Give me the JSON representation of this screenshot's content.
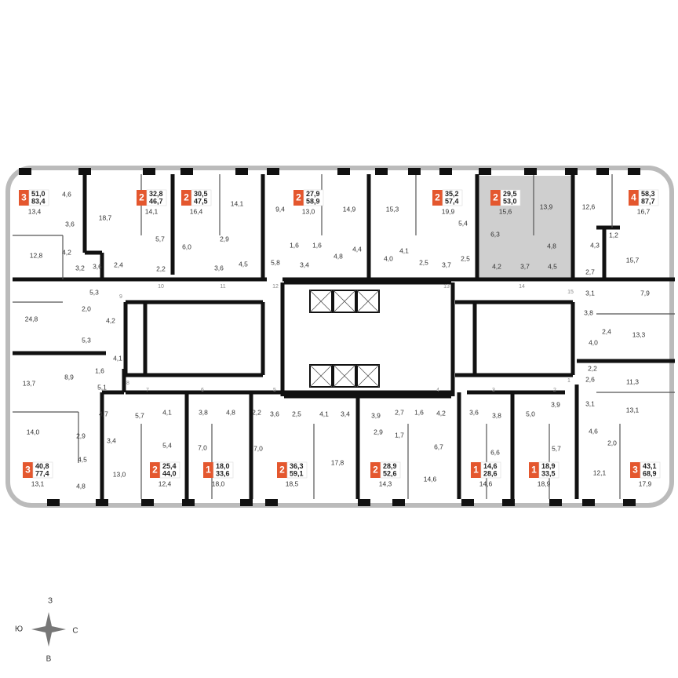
{
  "colors": {
    "badge": "#e4572e",
    "highlight": "#cfcfcf",
    "wall": "#111111",
    "outline": "#bbbbbb"
  },
  "apartments": [
    {
      "rooms": "3",
      "living": "51,0",
      "total": "83,4"
    },
    {
      "rooms": "2",
      "living": "32,8",
      "total": "46,7"
    },
    {
      "rooms": "2",
      "living": "30,5",
      "total": "47,5"
    },
    {
      "rooms": "2",
      "living": "27,9",
      "total": "58,9"
    },
    {
      "rooms": "2",
      "living": "35,2",
      "total": "57,4"
    },
    {
      "rooms": "2",
      "living": "29,5",
      "total": "53,0",
      "highlighted": true
    },
    {
      "rooms": "4",
      "living": "58,3",
      "total": "87,7"
    },
    {
      "rooms": "3",
      "living": "40,8",
      "total": "77,4"
    },
    {
      "rooms": "2",
      "living": "25,4",
      "total": "44,0"
    },
    {
      "rooms": "1",
      "living": "18,0",
      "total": "33,6"
    },
    {
      "rooms": "2",
      "living": "36,3",
      "total": "59,1"
    },
    {
      "rooms": "2",
      "living": "28,9",
      "total": "52,6"
    },
    {
      "rooms": "1",
      "living": "14,6",
      "total": "28,6"
    },
    {
      "rooms": "1",
      "living": "18,9",
      "total": "33,5"
    },
    {
      "rooms": "3",
      "living": "43,1",
      "total": "68,9"
    }
  ],
  "room_areas": [
    "13,4",
    "4,6",
    "3,6",
    "18,7",
    "12,8",
    "4,2",
    "3,2",
    "3,6",
    "2,4",
    "14,1",
    "5,7",
    "2,2",
    "16,4",
    "6,0",
    "14,1",
    "2,9",
    "3,6",
    "4,5",
    "9,4",
    "13,0",
    "5,8",
    "1,6",
    "1,6",
    "3,4",
    "4,8",
    "4,4",
    "14,9",
    "15,3",
    "4,0",
    "4,1",
    "2,5",
    "3,7",
    "19,9",
    "5,4",
    "6,3",
    "2,5",
    "15,6",
    "4,2",
    "3,7",
    "13,9",
    "4,8",
    "4,5",
    "12,6",
    "16,7",
    "1,2",
    "4,3",
    "15,7",
    "2,7",
    "3,1",
    "7,9",
    "5,3",
    "2,0",
    "4,2",
    "24,8",
    "5,3",
    "4,1",
    "1,6",
    "5,1",
    "8,9",
    "13,7",
    "3,8",
    "2,4",
    "4,0",
    "13,3",
    "2,2",
    "2,6",
    "11,3",
    "13,1",
    "3,1",
    "4,6",
    "2,0",
    "12,1",
    "17,9",
    "4,7",
    "14,0",
    "2,9",
    "3,4",
    "4,5",
    "4,8",
    "13,0",
    "13,1",
    "5,7",
    "4,1",
    "5,4",
    "12,4",
    "3,8",
    "4,8",
    "7,0",
    "18,0",
    "2,2",
    "3,6",
    "2,5",
    "4,1",
    "7,0",
    "18,5",
    "3,4",
    "17,8",
    "3,9",
    "2,7",
    "1,6",
    "4,2",
    "2,9",
    "1,7",
    "6,7",
    "14,6",
    "14,3",
    "3,6",
    "3,8",
    "6,6",
    "14,6",
    "5,0",
    "3,9",
    "5,7",
    "18,9"
  ],
  "door_numbers": [
    "9",
    "10",
    "11",
    "12",
    "13",
    "14",
    "15",
    "8",
    "7",
    "6",
    "5",
    "4",
    "3",
    "2",
    "1"
  ],
  "compass": {
    "north": "З",
    "west": "Ю",
    "east": "С",
    "south": "В"
  }
}
